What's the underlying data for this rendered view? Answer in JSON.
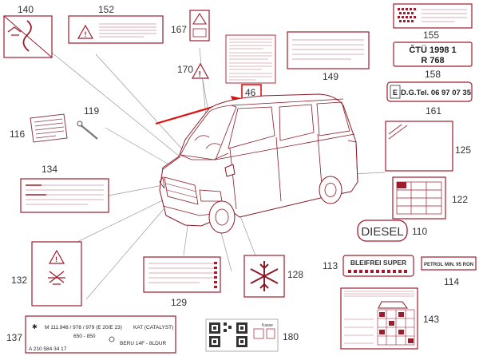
{
  "callouts": {
    "n140": "140",
    "n152": "152",
    "n167": "167",
    "n155": "155",
    "n170": "170",
    "n46": "46",
    "n149": "149",
    "n158": "158",
    "n119": "119",
    "n161": "161",
    "n116": "116",
    "n125": "125",
    "n134": "134",
    "n122": "122",
    "n110": "110",
    "n113": "113",
    "n114": "114",
    "n132": "132",
    "n128": "128",
    "n129": "129",
    "n143": "143",
    "n137": "137",
    "n180": "180"
  },
  "labels": {
    "ctu_line1": "ČTÜ 1998 1",
    "ctu_line2": "R 768",
    "edg_prefix": "E",
    "edg_text": "D.G.Tel. 06 97 07 35",
    "diesel": "DIESEL",
    "bleifrei": "BLEIFREI SUPER",
    "petrol": "PETROL MIN. 95 RON",
    "p137_line1": "M 111.948 / 978 / 979 (E 20/E 23)",
    "p137_kat": "KAT (CATALYST)",
    "p137_line2": "650 - 850",
    "p137_line3": "BERU 14F - 8LDUR",
    "p137_partno": "A 210 584 34 17",
    "p180_tag": "Kasse"
  },
  "colors": {
    "line": "#a01c2c",
    "arrow": "#e01010",
    "van": "#8a1a26"
  }
}
